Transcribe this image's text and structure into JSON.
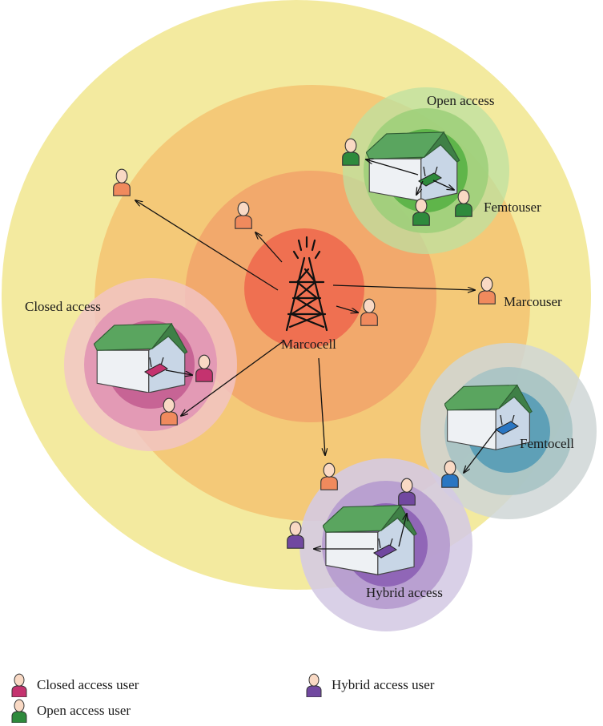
{
  "labels": {
    "macrocell": "Marcocell",
    "macrouser": "Marcouser",
    "femtouser": "Femtouser",
    "femtocell": "Femtocell",
    "open_access": "Open access",
    "closed_access": "Closed access",
    "hybrid_access": "Hybrid access"
  },
  "legend": {
    "closed_user": "Closed access user",
    "hybrid_user": "Hybrid access user",
    "open_user": "Open access user"
  },
  "colors": {
    "macro_outer": "#f3ea9f",
    "macro_mid": "#f4c978",
    "macro_inner": "#f2a96c",
    "macro_core": "#ef7051",
    "macro_user": "#f08a5d",
    "closed_user": "#c4336f",
    "open_user": "#2e8a3c",
    "hybrid_user": "#7148a0",
    "femtocell_user": "#2a76c2"
  }
}
